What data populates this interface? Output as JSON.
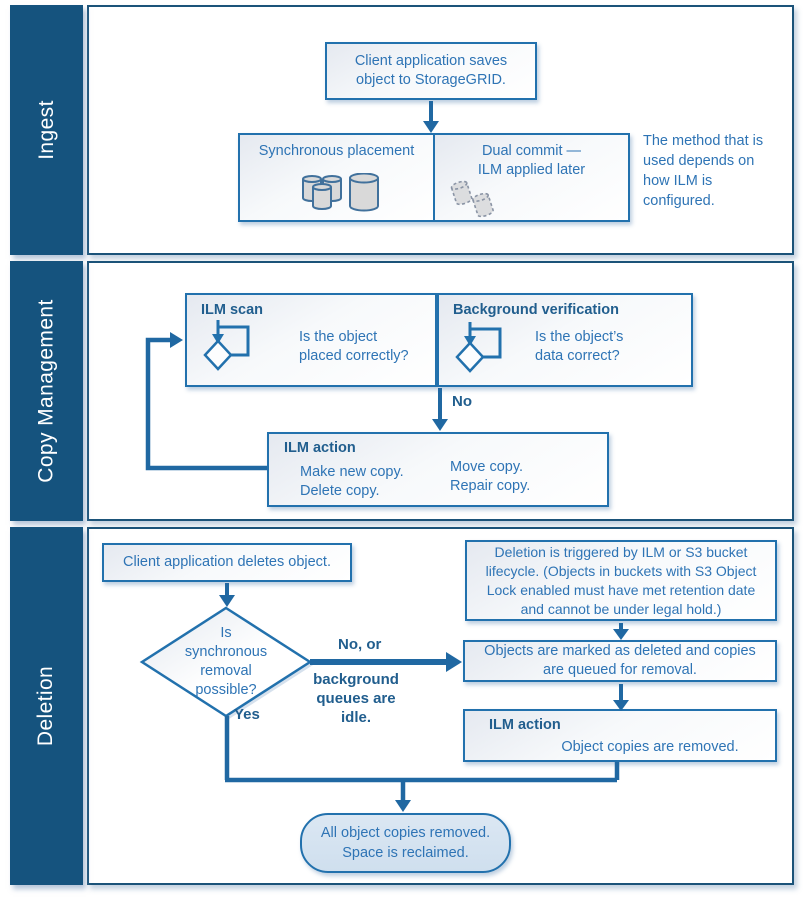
{
  "lanes": [
    {
      "label": "Ingest"
    },
    {
      "label": "Copy Management"
    },
    {
      "label": "Deletion"
    }
  ],
  "ingest": {
    "client_box": "Client application saves\nobject to StorageGRID.",
    "sync_box_label": "Synchronous placement",
    "dual_box_label": "Dual commit —\nILM applied later",
    "note": "The method that is\nused depends on\nhow ILM is\nconfigured."
  },
  "copy_management": {
    "ilm_scan": {
      "title": "ILM scan",
      "question": "Is the object\nplaced correctly?"
    },
    "background_verification": {
      "title": "Background verification",
      "question": "Is the object’s\ndata correct?"
    },
    "no_label": "No",
    "ilm_action": {
      "title": "ILM action",
      "column1": "Make new copy.\nDelete copy.",
      "column2": "Move copy.\nRepair copy."
    }
  },
  "deletion": {
    "client_box": "Client application deletes object.",
    "decision": "Is\nsynchronous\nremoval\npossible?",
    "no_label": "No, or",
    "no_sublabel": "background\nqueues are idle.",
    "yes_label": "Yes",
    "trigger_box": "Deletion is triggered by ILM or S3 bucket\nlifecycle. (Objects in buckets with S3 Object\nLock enabled must have met retention date\nand cannot be under legal hold.)",
    "marked_box": "Objects are marked as deleted and copies\nare queued for removal.",
    "ilm_action": {
      "title": "ILM action",
      "text": "Object copies are removed."
    },
    "final_box": "All object copies removed.\nSpace is reclaimed."
  },
  "icons": {
    "sync_placement": "storage-cylinders-icon",
    "dual_commit": "dashed-objects-icon",
    "ilm_scan": "scan-loop-icon",
    "background_verification": "verify-loop-icon"
  },
  "colors": {
    "lane_background": "#15537E",
    "lane_border": "#1B5379",
    "box_border": "#2271AD",
    "arrow": "#2068A2",
    "body_text": "#2E74B5",
    "title_text": "#215E8E",
    "final_box_fill": "#D3E1EF",
    "cylinder_fill": "#D9D9D9"
  }
}
